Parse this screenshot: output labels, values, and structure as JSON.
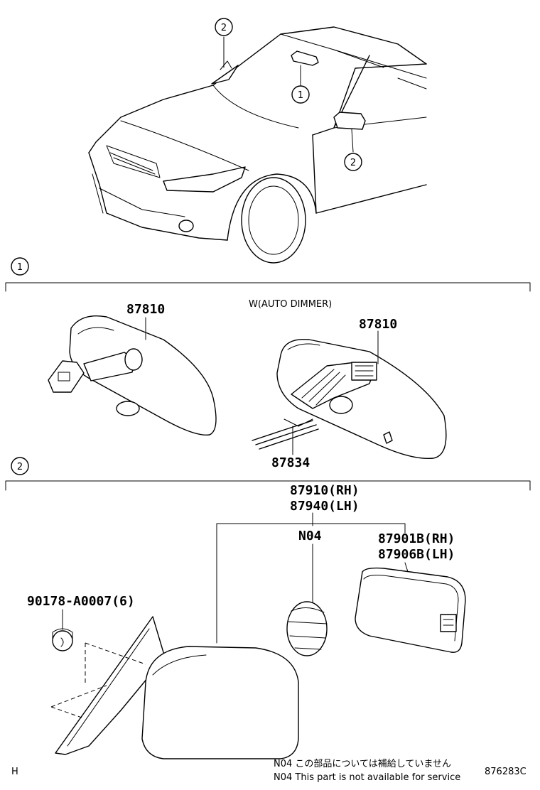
{
  "callouts": {
    "c1": "1",
    "c2": "2"
  },
  "section1": {
    "label": "1",
    "variant": "W(AUTO DIMMER)",
    "part_a": "87810",
    "part_b": "87810",
    "part_c": "87834"
  },
  "section2": {
    "label": "2",
    "assembly_rh": "87910(RH)",
    "assembly_lh": "87940(LH)",
    "code": "N04",
    "mirror_rh": "87901B(RH)",
    "mirror_lh": "87906B(LH)",
    "screw": "90178-A0007(6)"
  },
  "notes": {
    "jp": "N04 この部品については補給していません",
    "en": "N04 This part is not available for service"
  },
  "footer": {
    "left": "H",
    "right": "876283C"
  }
}
